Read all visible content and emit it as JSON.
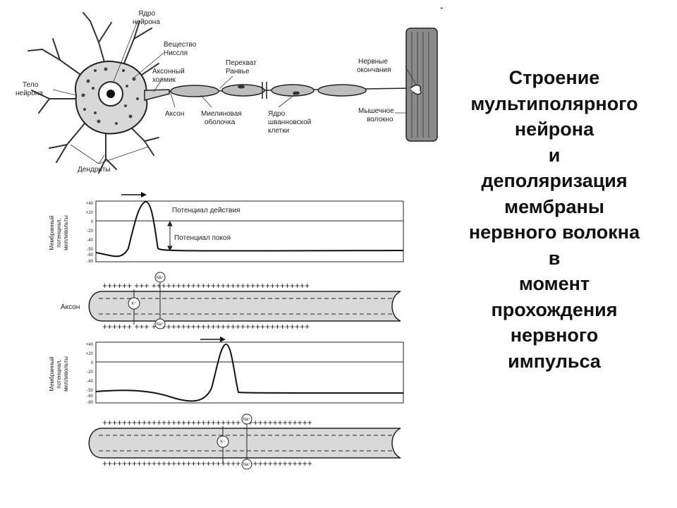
{
  "title_lines": [
    "Строение",
    "мультиполярного",
    "нейрона",
    "и",
    "деполяризация",
    "мембраны",
    "нервного волокна",
    "в",
    "момент",
    "прохождения",
    "нервного",
    "импульса"
  ],
  "corner_mark": "-",
  "neuron_labels": {
    "nucleus": [
      "Ядро",
      "нейрона"
    ],
    "nissl": [
      "Вещество",
      "Ниссля"
    ],
    "axon_hillock": [
      "Аксонный",
      "холмик"
    ],
    "ranvier": [
      "Перехват",
      "Ранвье"
    ],
    "nerve_endings": [
      "Нервные",
      "окончания"
    ],
    "cell_body": [
      "Тело",
      "нейрона"
    ],
    "axon": "Аксон",
    "myelin": [
      "Миелиновая",
      "оболочка"
    ],
    "schwann": [
      "Ядро",
      "шванновской",
      "клетки"
    ],
    "muscle": [
      "Мышечное",
      "волокно"
    ],
    "dendrites": "Дендриты"
  },
  "graph_ylabel": [
    "Мембранный",
    "потенциал,",
    "милливольты"
  ],
  "graph_ticks": [
    "+40",
    "+20",
    "0",
    "-20",
    "-40",
    "-50",
    "-60",
    "-80"
  ],
  "graph1": {
    "action_potential": "Потенциал действия",
    "resting_potential": "Потенциал покоя"
  },
  "axon_label": "Аксон",
  "ions": {
    "na": "Na⁺",
    "k": "K⁺"
  }
}
